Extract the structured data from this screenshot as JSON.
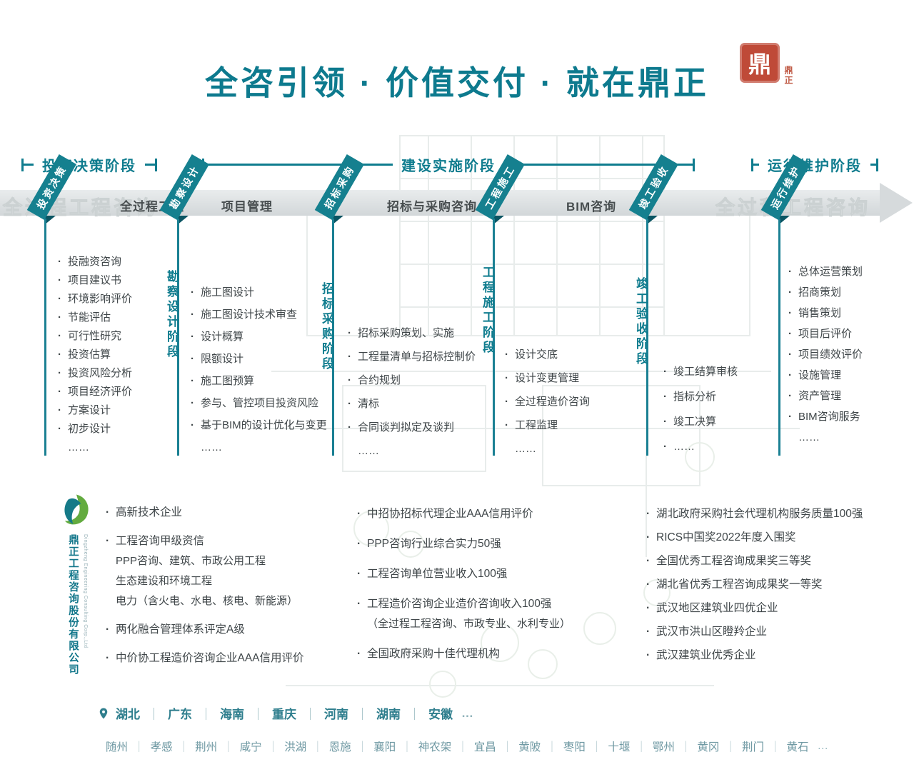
{
  "title": "全咨引领 · 价值交付 · 就在鼎正",
  "seal": {
    "glyph": "鼎",
    "side_text": "鼎正"
  },
  "phase_headers": [
    "投资决策阶段",
    "建设实施阶段",
    "运行维护阶段"
  ],
  "band": {
    "watermark_left": "全过程工程咨询",
    "watermark_right": "全过程工程咨询",
    "labels": [
      "全过程工程",
      "项目管理",
      "招标与采购咨询",
      "BIM咨询"
    ]
  },
  "flags": [
    "投资决策",
    "勘察设计",
    "招标采购",
    "工程施工",
    "竣工验收",
    "运行维护"
  ],
  "stage_columns": [
    {
      "title": "",
      "items": [
        "投融资咨询",
        "项目建议书",
        "环境影响评价",
        "节能评估",
        "可行性研究",
        "投资估算",
        "投资风险分析",
        "项目经济评价",
        "方案设计",
        "初步设计",
        "……"
      ]
    },
    {
      "title": "勘察设计阶段",
      "items": [
        "施工图设计",
        "施工图设计技术审查",
        "设计概算",
        "限额设计",
        "施工图预算",
        "参与、管控项目投资风险",
        "基于BIM的设计优化与变更",
        "……"
      ]
    },
    {
      "title": "招标采购阶段",
      "items": [
        "招标采购策划、实施",
        "工程量清单与招标控制价",
        "合约规划",
        "清标",
        "合同谈判拟定及谈判",
        "……"
      ]
    },
    {
      "title": "工程施工阶段",
      "items": [
        "设计交底",
        "设计变更管理",
        "全过程造价咨询",
        "工程监理",
        "……"
      ]
    },
    {
      "title": "竣工验收阶段",
      "items": [
        "竣工结算审核",
        "指标分析",
        "竣工决算",
        "……"
      ]
    },
    {
      "title": "",
      "items": [
        "总体运营策划",
        "招商策划",
        "销售策划",
        "项目后评价",
        "项目绩效评价",
        "设施管理",
        "资产管理",
        "BIM咨询服务",
        "……"
      ]
    }
  ],
  "company": {
    "name": "鼎正工程咨询股份有限公司",
    "name_en": "Dingzheng Engineering Consulting Corp.,Ltd"
  },
  "awards": {
    "col1": [
      {
        "text": "高新技术企业",
        "sub": ""
      },
      {
        "text": "工程咨询甲级资信",
        "sub": "PPP咨询、建筑、市政公用工程\n生态建设和环境工程\n电力（含火电、水电、核电、新能源）"
      },
      {
        "text": "两化融合管理体系评定A级",
        "sub": ""
      },
      {
        "text": "中价协工程造价咨询企业AAA信用评价",
        "sub": ""
      }
    ],
    "col2": [
      {
        "text": "中招协招标代理企业AAA信用评价",
        "sub": ""
      },
      {
        "text": "PPP咨询行业综合实力50强",
        "sub": ""
      },
      {
        "text": "工程咨询单位营业收入100强",
        "sub": ""
      },
      {
        "text": "工程造价咨询企业造价咨询收入100强",
        "sub": "（全过程工程咨询、市政专业、水利专业）"
      },
      {
        "text": "全国政府采购十佳代理机构",
        "sub": ""
      }
    ],
    "col3": [
      {
        "text": "湖北政府采购社会代理机构服务质量100强",
        "sub": ""
      },
      {
        "text": "RICS中国奖2022年度入围奖",
        "sub": ""
      },
      {
        "text": "全国优秀工程咨询成果奖三等奖",
        "sub": ""
      },
      {
        "text": "湖北省优秀工程咨询成果奖一等奖",
        "sub": ""
      },
      {
        "text": "武汉地区建筑业四优企业",
        "sub": ""
      },
      {
        "text": "武汉市洪山区瞪羚企业",
        "sub": ""
      },
      {
        "text": "武汉建筑业优秀企业",
        "sub": ""
      }
    ]
  },
  "footer": {
    "provinces": [
      "湖北",
      "广东",
      "海南",
      "重庆",
      "河南",
      "湖南",
      "安徽"
    ],
    "provinces_more": "…",
    "cities": [
      "随州",
      "孝感",
      "荆州",
      "咸宁",
      "洪湖",
      "恩施",
      "襄阳",
      "神农架",
      "宜昌",
      "黄陂",
      "枣阳",
      "十堰",
      "鄂州",
      "黄冈",
      "荆门",
      "黄石"
    ],
    "cities_more": "…"
  }
}
